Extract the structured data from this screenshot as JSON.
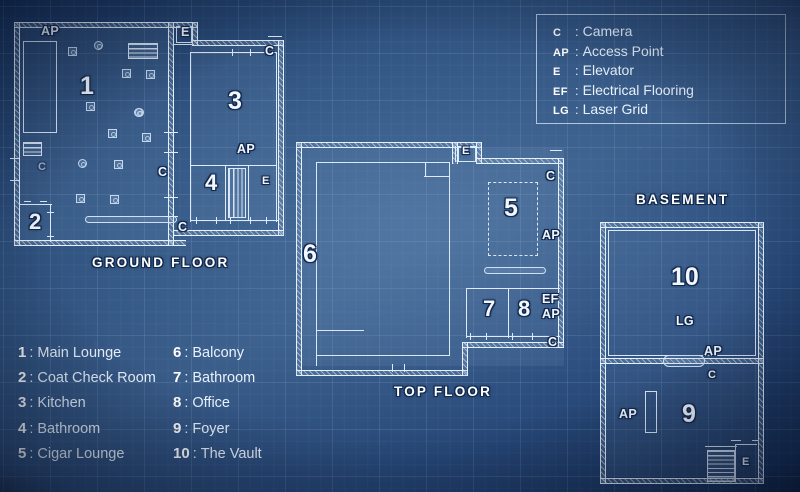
{
  "legend": {
    "title": "legend",
    "items": [
      {
        "abbr": "C",
        "sep": ":",
        "label": "Camera"
      },
      {
        "abbr": "AP",
        "sep": ":",
        "label": "Access Point"
      },
      {
        "abbr": "E",
        "sep": ":",
        "label": "Elevator"
      },
      {
        "abbr": "EF",
        "sep": ":",
        "label": "Electrical Flooring"
      },
      {
        "abbr": "LG",
        "sep": ":",
        "label": "Laser Grid"
      }
    ]
  },
  "room_key": {
    "left": [
      {
        "num": "1",
        "sep": ":",
        "name": "Main Lounge"
      },
      {
        "num": "2",
        "sep": ":",
        "name": "Coat Check Room"
      },
      {
        "num": "3",
        "sep": ":",
        "name": "Kitchen"
      },
      {
        "num": "4",
        "sep": ":",
        "name": "Bathroom"
      },
      {
        "num": "5",
        "sep": ":",
        "name": "Cigar Lounge"
      }
    ],
    "right": [
      {
        "num": "6",
        "sep": ":",
        "name": "Balcony"
      },
      {
        "num": "7",
        "sep": ":",
        "name": "Bathroom"
      },
      {
        "num": "8",
        "sep": ":",
        "name": "Office"
      },
      {
        "num": "9",
        "sep": ":",
        "name": "Foyer"
      },
      {
        "num": "10",
        "sep": ":",
        "name": "The Vault"
      }
    ]
  },
  "floors": {
    "ground": {
      "title": "GROUND FLOOR",
      "room_numbers": [
        "1",
        "2",
        "3",
        "4"
      ],
      "markers": [
        "AP",
        "E",
        "C",
        "C",
        "C",
        "AP",
        "E"
      ]
    },
    "top": {
      "title": "TOP FLOOR",
      "room_numbers": [
        "5",
        "6",
        "7",
        "8"
      ],
      "markers": [
        "E",
        "C",
        "AP",
        "EF",
        "AP",
        "C"
      ]
    },
    "basement": {
      "title": "BASEMENT",
      "room_numbers": [
        "9",
        "10"
      ],
      "markers": [
        "LG",
        "AP",
        "C",
        "AP",
        "E"
      ]
    }
  },
  "labels": {
    "g_ap": "AP",
    "g_e": "E",
    "g_c1": "C",
    "g_c2": "C",
    "g_c3": "C",
    "g_c4": "C",
    "g_ap2": "AP",
    "g_e2": "E",
    "g_n1": "1",
    "g_n2": "2",
    "g_n3": "3",
    "g_n4": "4",
    "t_e": "E",
    "t_c1": "C",
    "t_ap": "AP",
    "t_ef": "EF",
    "t_ap2": "AP",
    "t_c2": "C",
    "t_n5": "5",
    "t_n6": "6",
    "t_n7": "7",
    "t_n8": "8",
    "b_n10": "10",
    "b_lg": "LG",
    "b_ap": "AP",
    "b_c": "C",
    "b_ap2": "AP",
    "b_n9": "9",
    "b_e": "E"
  },
  "colors": {
    "ink": "#e8f1fb",
    "paper_dark": "#16335e",
    "paper_light": "#3a5f8c",
    "text": "#e9f2fc"
  }
}
